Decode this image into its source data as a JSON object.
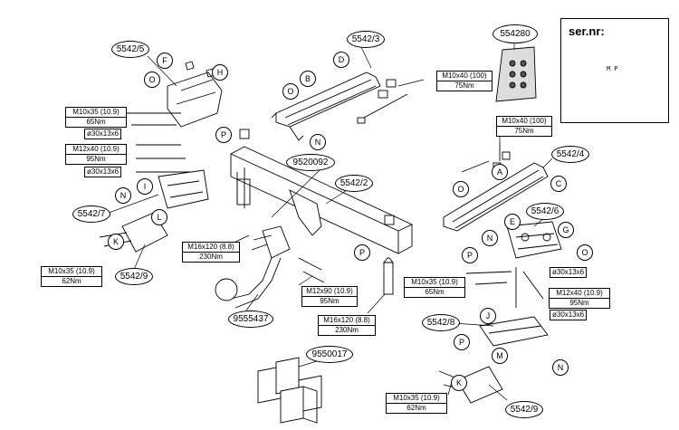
{
  "parts": {
    "p5542_5": "5542/5",
    "p5542_3": "5542/3",
    "p554280": "554280",
    "p9520092": "9520092",
    "p5542_2": "5542/2",
    "p5542_4": "5542/4",
    "p5542_6": "5542/6",
    "p5542_7": "5542/7",
    "p5542_9a": "5542/9",
    "p9555437": "9555437",
    "p5542_8": "5542/8",
    "p9550017": "9550017",
    "p5542_9b": "5542/9"
  },
  "letters": [
    "F",
    "H",
    "O",
    "O",
    "B",
    "D",
    "P",
    "N",
    "I",
    "N",
    "L",
    "K",
    "P",
    "A",
    "O",
    "C",
    "N",
    "E",
    "G",
    "P",
    "O",
    "J",
    "P",
    "K",
    "M",
    "N"
  ],
  "specs": {
    "s1": {
      "l1": "M10x35 (10.9)",
      "l2": "65Nm"
    },
    "s1b": "ø30x13x6",
    "s2": {
      "l1": "M12x40 (10.9)",
      "l2": "95Nm"
    },
    "s2b": "ø30x13x6",
    "s3": {
      "l1": "M10x40 (100)",
      "l2": "75Nm"
    },
    "s4": {
      "l1": "M10x40 (100)",
      "l2": "75Nm"
    },
    "s5": {
      "l1": "M16x120 (8.8)",
      "l2": "230Nm"
    },
    "s6": {
      "l1": "M10x35 (10.9)",
      "l2": "62Nm"
    },
    "s7": {
      "l1": "M12x90 (10.9)",
      "l2": "95Nm"
    },
    "s8": {
      "l1": "M16x120 (8.8)",
      "l2": "230Nm"
    },
    "s9": {
      "l1": "M10x35 (10.9)",
      "l2": "65Nm"
    },
    "s9b": "ø30x13x6",
    "s10": {
      "l1": "M12x40 (10.9)",
      "l2": "95Nm"
    },
    "s10b": "ø30x13x6",
    "s11": {
      "l1": "M10x35 (10.9)",
      "l2": "62Nm"
    }
  },
  "serial": {
    "label": "ser.nr:",
    "plate_text": "M  P"
  }
}
